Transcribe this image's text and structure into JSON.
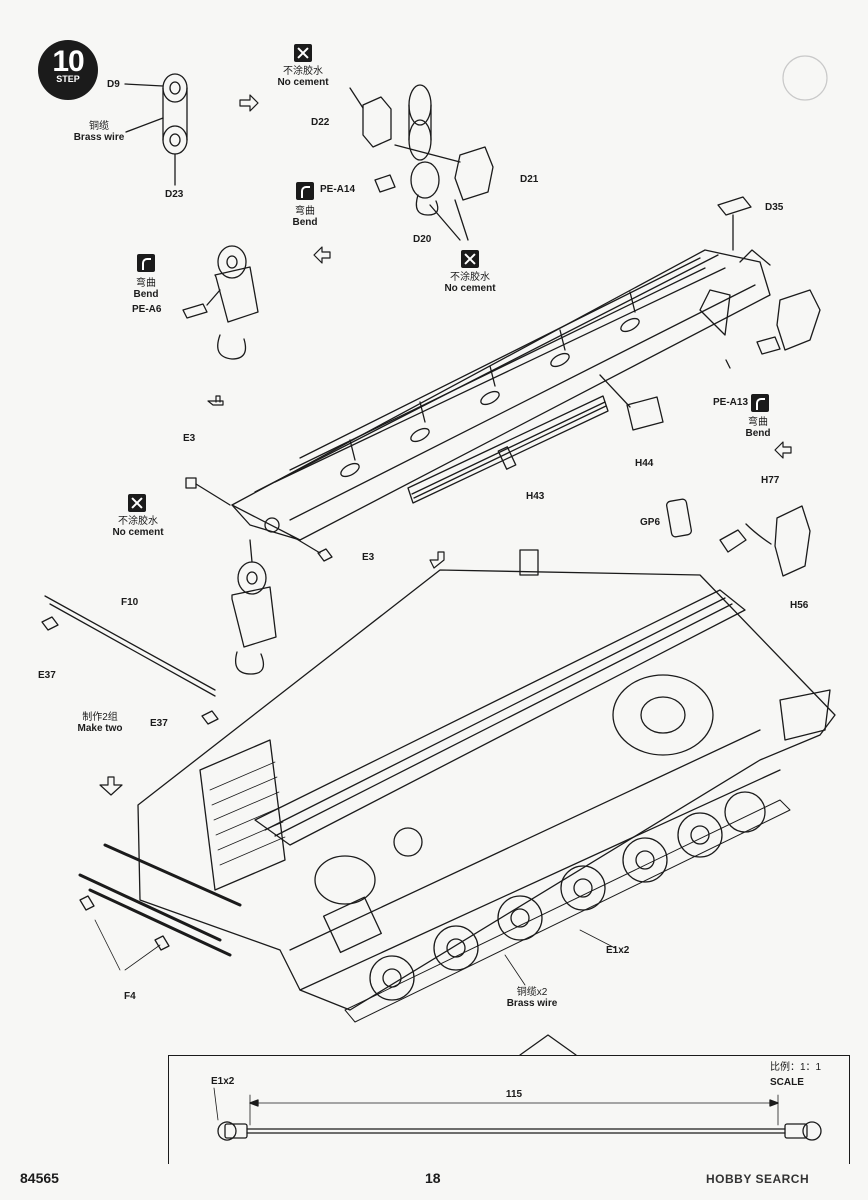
{
  "step": {
    "number": "10",
    "label": "STEP"
  },
  "parts": {
    "d9": "D9",
    "d23": "D23",
    "d22": "D22",
    "d21": "D21",
    "d20": "D20",
    "d35": "D35",
    "pe_a14": "PE-A14",
    "pe_a6": "PE-A6",
    "pe_a13": "PE-A13",
    "e3_top": "E3",
    "e3_bottom": "E3",
    "h44": "H44",
    "h43": "H43",
    "h77": "H77",
    "gp6": "GP6",
    "h56": "H56",
    "f10": "F10",
    "e37_left": "E37",
    "e37_right": "E37",
    "f4": "F4",
    "e1x2_tank": "E1x2",
    "e1x2_scale": "E1x2"
  },
  "notes": {
    "brass_wire_zh": "铜缆",
    "brass_wire_en": "Brass wire",
    "brass_wire_x2_zh": "铜缆x2",
    "brass_wire_x2_en": "Brass wire",
    "no_cement_zh": "不涂胶水",
    "no_cement_en": "No cement",
    "bend_zh": "弯曲",
    "bend_en": "Bend",
    "make_two_zh": "制作2组",
    "make_two_en": "Make two"
  },
  "scale_box": {
    "ratio_zh": "比例：1：1",
    "scale_en": "SCALE",
    "length": "115"
  },
  "footer": {
    "product_code": "84565",
    "page_number": "18"
  },
  "watermark": "HOBBY SEARCH",
  "colors": {
    "ink": "#1b1b1b",
    "paper": "#f7f7f5"
  }
}
